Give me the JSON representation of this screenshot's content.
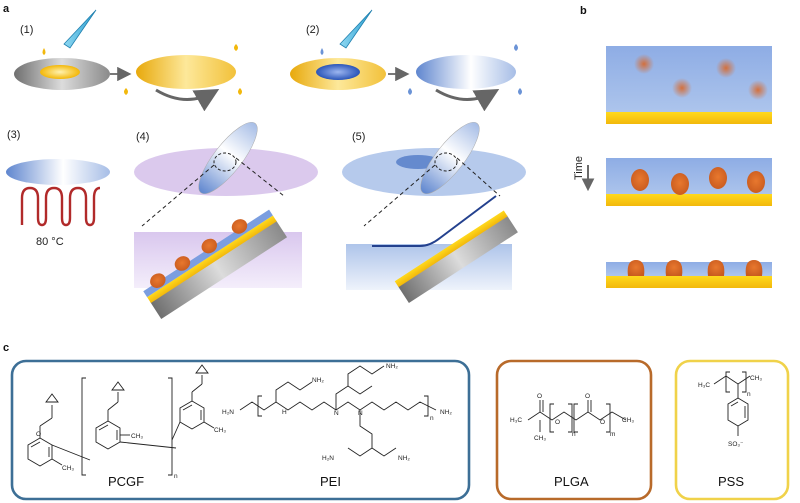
{
  "panels": {
    "a": "a",
    "b": "b",
    "c": "c"
  },
  "steps": [
    "(1)",
    "(2)",
    "(3)",
    "(4)",
    "(5)"
  ],
  "temperature": "80 °C",
  "time_label": "Time",
  "chemicals": {
    "pcgf": "PCGF",
    "pei": "PEI",
    "plga": "PLGA",
    "pss": "PSS"
  },
  "chem_text": {
    "ch3": "CH₃",
    "h3c": "H₃C",
    "nh2": "NH₂",
    "h2n": "H₂N",
    "n": "N",
    "h": "H",
    "o": "O",
    "n_sub": "n",
    "m_sub": "m",
    "so3": "SO₃⁻"
  },
  "colors": {
    "pcgf_box": "#3d6f96",
    "plga_box": "#b86a2a",
    "pss_box": "#f0d24a",
    "gold": "#f4c21a",
    "blue_film": "#6b93d6",
    "particle": "#d9682a",
    "purple": "#cdb4e6",
    "pipette": "#43b6df"
  }
}
